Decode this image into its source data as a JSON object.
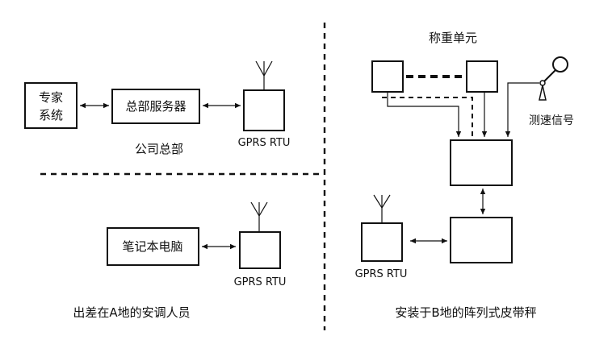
{
  "labels": {
    "expert_system": [
      "专家",
      "系统"
    ],
    "main_server": "总部服务器",
    "company_hq": "公司总部",
    "gprs_rtu": "GPRS RTU",
    "laptop": "笔记本电脑",
    "field_staff": "出差在A地的安调人员",
    "weighing_unit": "称重单元",
    "speed_signal": "测速信号",
    "array_scale": "安装于B地的阵列式皮带秤"
  },
  "colors": {
    "ink": "#111111",
    "background": "#ffffff"
  },
  "icons": [
    "antenna-icon",
    "speed-sensor-icon"
  ]
}
